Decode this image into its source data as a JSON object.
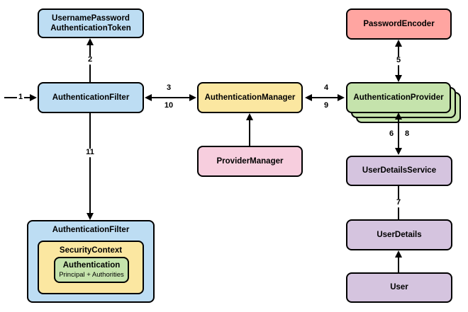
{
  "diagram": {
    "nodes": {
      "username_password_authentication_token": {
        "line1": "UsernamePassword",
        "line2": "AuthenticationToken"
      },
      "authentication_filter": {
        "label": "AuthenticationFilter"
      },
      "authentication_manager": {
        "label": "AuthenticationManager"
      },
      "provider_manager": {
        "label": "ProviderManager"
      },
      "password_encoder": {
        "label": "PasswordEncoder"
      },
      "authentication_provider": {
        "label": "AuthenticationProvider"
      },
      "user_details_service": {
        "label": "UserDetailsService"
      },
      "user_details": {
        "label": "UserDetails"
      },
      "user": {
        "label": "User"
      },
      "authentication_filter_bottom": {
        "label": "AuthenticationFilter"
      },
      "security_context": {
        "label": "SecurityContext"
      },
      "authentication": {
        "label": "Authentication",
        "sublabel": "Principal + Authorities"
      }
    },
    "edge_labels": {
      "n1": "1",
      "n2": "2",
      "n3": "3",
      "n4": "4",
      "n5": "5",
      "n6": "6",
      "n7": "7",
      "n8": "8",
      "n9": "9",
      "n10": "10",
      "n11": "11"
    },
    "colors": {
      "blue": "#bdddf3",
      "yellow": "#fbe7a1",
      "pink": "#f7cede",
      "red": "#ffa5a1",
      "green": "#c5e3ac",
      "purple": "#d5c4df",
      "line": "#000000"
    }
  }
}
